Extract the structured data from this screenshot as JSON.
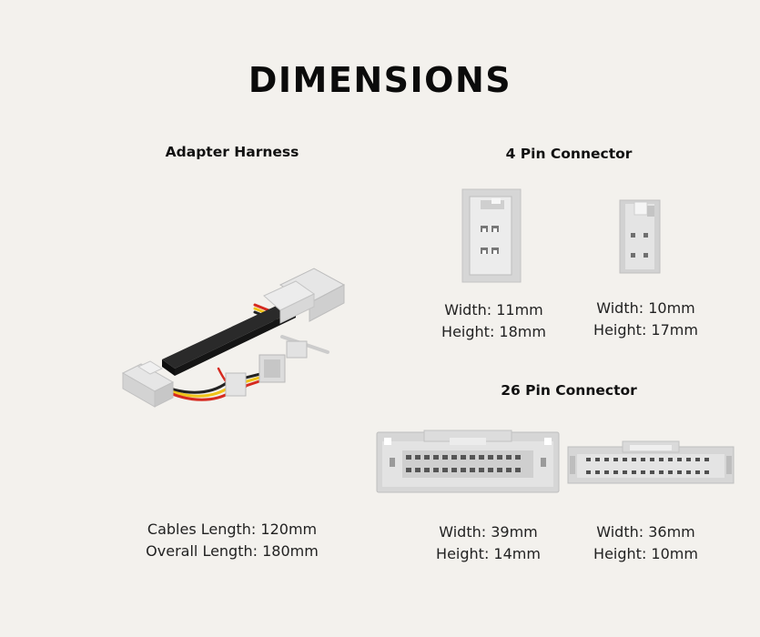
{
  "page": {
    "title": "DIMENSIONS"
  },
  "adapter_harness": {
    "heading": "Adapter Harness",
    "cables_length": "Cables Length: 120mm",
    "overall_length": "Overall Length: 180mm"
  },
  "four_pin": {
    "heading": "4 Pin Connector",
    "left": {
      "width": "Width: 11mm",
      "height": "Height: 18mm"
    },
    "right": {
      "width": "Width: 10mm",
      "height": "Height: 17mm"
    }
  },
  "twenty_six_pin": {
    "heading": "26 Pin Connector",
    "left": {
      "width": "Width: 39mm",
      "height": "Height: 14mm"
    },
    "right": {
      "width": "Width: 36mm",
      "height": "Height: 10mm"
    }
  },
  "colors": {
    "background": "#f3f1ed",
    "connector_grey": "#d5d5d5",
    "box_black": "#151515",
    "wire_red": "#d62a1f",
    "wire_yellow": "#f0c419"
  }
}
